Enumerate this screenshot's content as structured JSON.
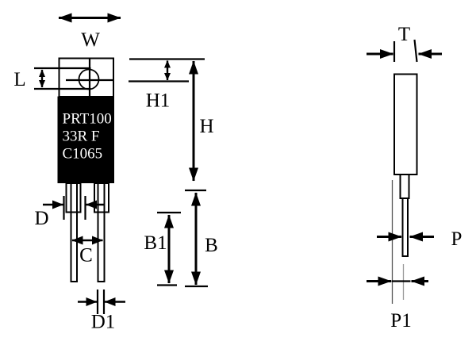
{
  "figure": {
    "type": "component-dimension-drawing",
    "views": {
      "front": {
        "marking": [
          "PRT100",
          "33R F",
          "C1065"
        ],
        "labels": {
          "W": "W",
          "L": "L",
          "H1": "H1",
          "H": "H",
          "D": "D",
          "C": "C",
          "B1": "B1",
          "B": "B",
          "D1": "D1"
        }
      },
      "side": {
        "labels": {
          "T": "T",
          "P": "P",
          "P1": "P1"
        }
      }
    },
    "colors": {
      "ink": "#000000",
      "body_fill": "#000000",
      "marking_text": "#ffffff",
      "background": "#ffffff",
      "extension_line": "#555555"
    }
  }
}
